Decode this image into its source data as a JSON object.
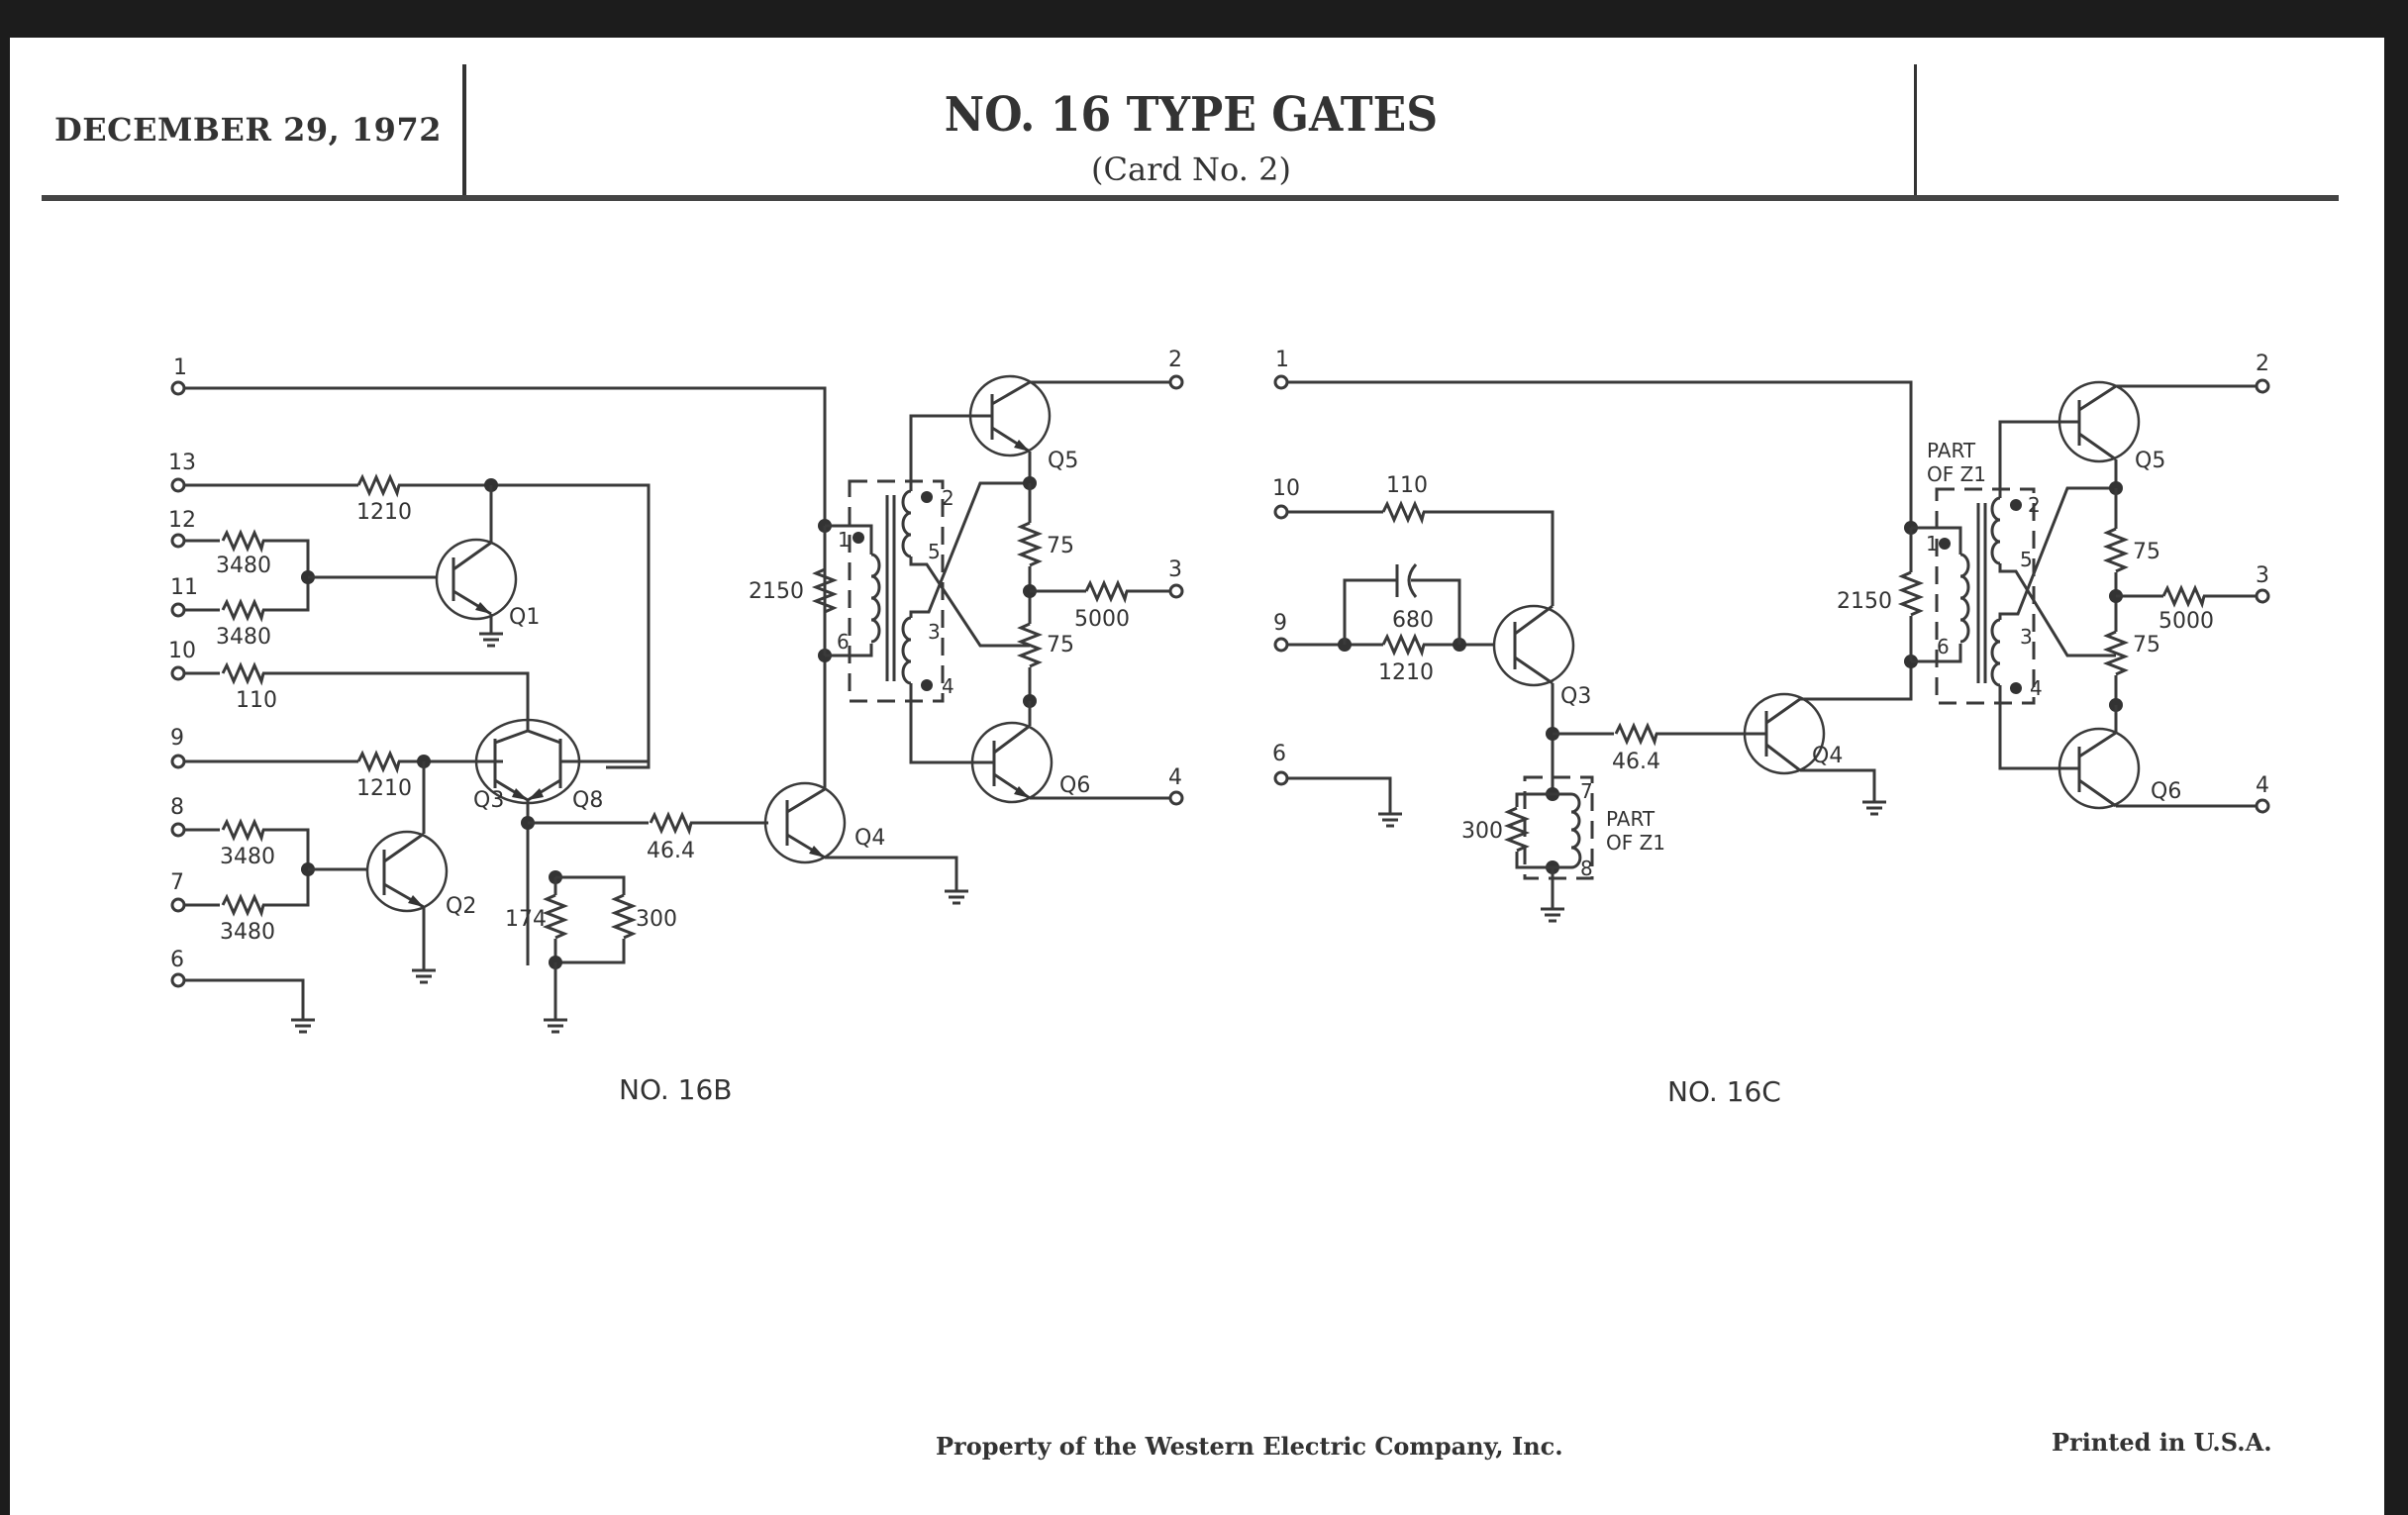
{
  "header": {
    "date": "DECEMBER 29, 1972",
    "title": "NO. 16 TYPE GATES",
    "subtitle": "(Card No. 2)"
  },
  "footer": {
    "property": "Property of the Western Electric Company, Inc.",
    "printed": "Printed in U.S.A."
  },
  "circuits": {
    "b": {
      "caption": "NO. 16B",
      "terminals": [
        "1",
        "13",
        "12",
        "11",
        "10",
        "9",
        "8",
        "7",
        "6",
        "2",
        "3",
        "4"
      ],
      "transistors": [
        "Q1",
        "Q2",
        "Q3",
        "Q8",
        "Q4",
        "Q5",
        "Q6"
      ],
      "resistors": {
        "r13": "1210",
        "r12": "3480",
        "r11": "3480",
        "r10": "110",
        "r9": "1210",
        "r8": "3480",
        "r7": "3480",
        "r_emit_a": "174",
        "r_emit_b": "300",
        "r_base4": "46.4",
        "r_xfmr": "2150",
        "r_out_top": "75",
        "r_out_bot": "75",
        "r_out3": "5000"
      },
      "winding_pins": [
        "1",
        "6",
        "2",
        "5",
        "3",
        "4"
      ]
    },
    "c": {
      "caption": "NO. 16C",
      "terminals": [
        "1",
        "10",
        "9",
        "6",
        "2",
        "3",
        "4"
      ],
      "transistors": [
        "Q3",
        "Q4",
        "Q5",
        "Q6"
      ],
      "resistors": {
        "r10": "110",
        "r9": "1210",
        "r_base4": "46.4",
        "r_emit": "300",
        "r_xfmr": "2150",
        "r_out_top": "75",
        "r_out_bot": "75",
        "r_out3": "5000"
      },
      "capacitor": "680",
      "part_label_a": [
        "PART",
        "OF Z1"
      ],
      "part_label_b": [
        "PART",
        "OF Z1"
      ],
      "winding_pins": [
        "1",
        "6",
        "2",
        "5",
        "3",
        "4",
        "7",
        "8"
      ]
    }
  }
}
